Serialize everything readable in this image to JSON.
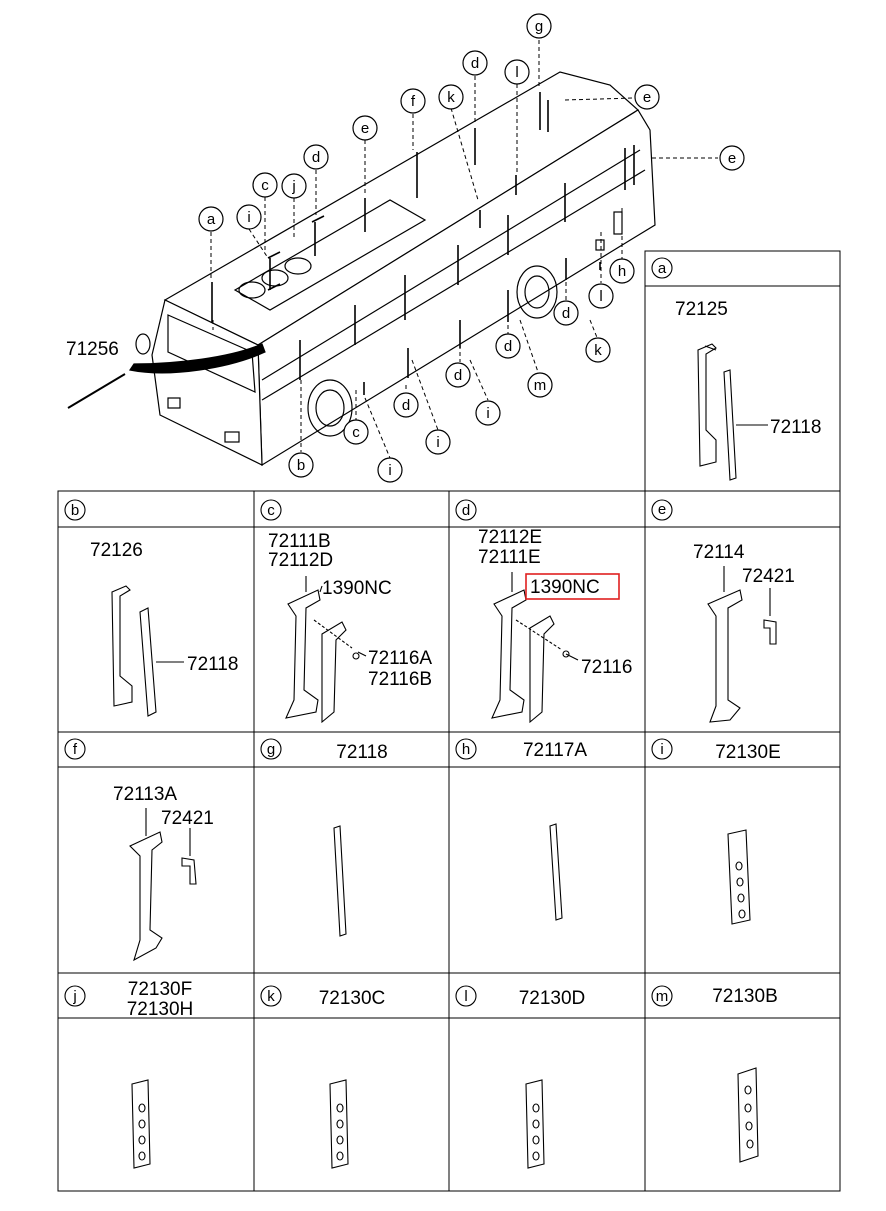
{
  "overview": {
    "part_label": "71256",
    "callouts": [
      "a",
      "c",
      "i",
      "j",
      "d",
      "e",
      "f",
      "k",
      "d",
      "l",
      "g",
      "e",
      "e",
      "h",
      "l",
      "d",
      "k",
      "m",
      "d",
      "i",
      "d",
      "i",
      "c",
      "i",
      "b"
    ]
  },
  "panels": {
    "a": {
      "letter": "a",
      "parts": [
        "72125",
        "72118"
      ]
    },
    "b": {
      "letter": "b",
      "parts": [
        "72126",
        "72118"
      ]
    },
    "c": {
      "letter": "c",
      "parts": [
        "72111B",
        "72112D",
        "1390NC",
        "72116A",
        "72116B"
      ]
    },
    "d": {
      "letter": "d",
      "parts": [
        "72112E",
        "72111E",
        "1390NC",
        "72116"
      ]
    },
    "e": {
      "letter": "e",
      "parts": [
        "72114",
        "72421"
      ]
    },
    "f": {
      "letter": "f",
      "parts": [
        "72113A",
        "72421"
      ]
    },
    "g": {
      "letter": "g",
      "header": "72118"
    },
    "h": {
      "letter": "h",
      "header": "72117A"
    },
    "i": {
      "letter": "i",
      "header": "72130E"
    },
    "j": {
      "letter": "j",
      "header1": "72130F",
      "header2": "72130H"
    },
    "k": {
      "letter": "k",
      "header": "72130C"
    },
    "l": {
      "letter": "l",
      "header": "72130D"
    },
    "m": {
      "letter": "m",
      "header": "72130B"
    }
  },
  "highlight": {
    "color": "#e02020",
    "target": "panels.d.parts.2"
  }
}
